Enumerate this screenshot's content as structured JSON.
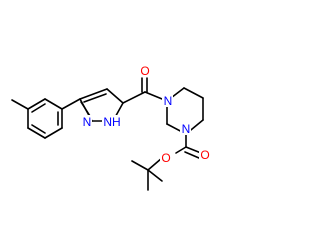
{
  "colors": {
    "bond": "#000000",
    "nitrogen": "#0000ff",
    "oxygen": "#ff0000",
    "background": "#ffffff"
  },
  "atoms": {
    "amide_oxygen": "O",
    "pyrazole_n2": "N",
    "pyrazole_nh": "NH",
    "piperazine_n1": "N",
    "piperazine_n4": "N",
    "carbamate_carbonyl_oxygen": "O",
    "carbamate_ester_oxygen": "O"
  }
}
